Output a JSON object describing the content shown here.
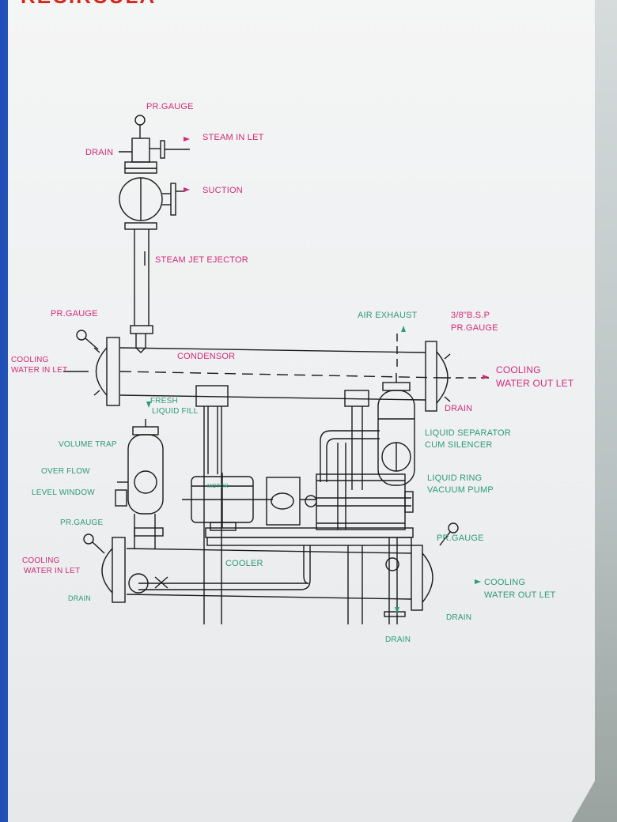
{
  "header_text": "RECIRCULA",
  "labels": {
    "pr_gauge_top": "PR.GAUGE",
    "steam_inlet": "STEAM IN LET",
    "drain_top": "DRAIN",
    "suction": "SUCTION",
    "steam_jet_ejector": "STEAM JET EJECTOR",
    "pr_gauge_left": "PR.GAUGE",
    "air_exhaust": "AIR EXHAUST",
    "bsp_line1": "3/8\"B.S.P",
    "bsp_line2": "PR.GAUGE",
    "cooling_in_1_line1": "COOLING",
    "cooling_in_1_line2": "WATER IN LET",
    "condensor": "CONDENSOR",
    "cooling_out_1_line1": "COOLING",
    "cooling_out_1_line2": "WATER OUT LET",
    "fresh_line1": "FRESH",
    "fresh_line2": "LIQUID FILL",
    "drain_right": "DRAIN",
    "liquid_separator_line1": "LIQUID SEPARATOR",
    "liquid_separator_line2": "CUM SILENCER",
    "volume_trap": "VOLUME TRAP",
    "over_flow": "OVER FLOW",
    "level_window": "LEVEL WINDOW",
    "motor": "MOTOR",
    "liquid_ring_line1": "LIQUID RING",
    "liquid_ring_line2": "VACUUM PUMP",
    "pr_gauge_mid": "PR.GAUGE",
    "pr_gauge_right": "PR.GAUGE",
    "cooling_in_2_line1": "COOLING",
    "cooling_in_2_line2": "WATER IN LET",
    "cooler": "COOLER",
    "cooling_out_2_line1": "COOLING",
    "cooling_out_2_line2": "WATER OUT LET",
    "drain_left_bottom": "DRAIN",
    "drain_right_bottom": "DRAIN",
    "drain_bottom": "DRAIN"
  },
  "colors": {
    "label_pink": "#d4287a",
    "label_green": "#2f9a78",
    "header_red": "#d4281e",
    "line": "#1a1a1a",
    "blue_strip": "#2a60c9"
  }
}
